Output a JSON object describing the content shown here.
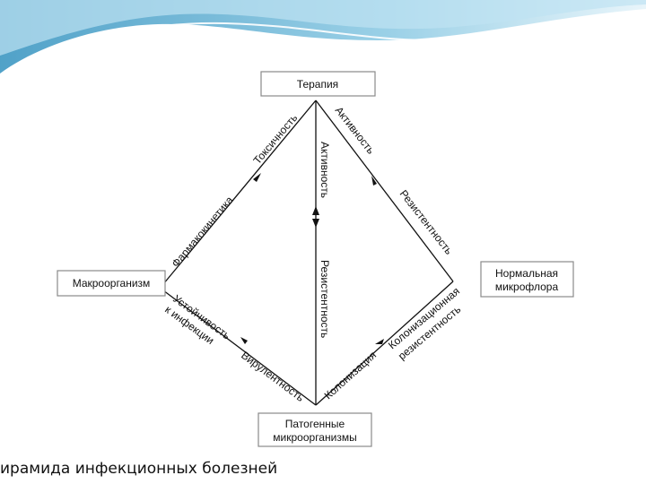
{
  "nodes": {
    "therapy": "Терапия",
    "macroorganism": "Макроорганизм",
    "normal_flora_line1": "Нормальная",
    "normal_flora_line2": "микрофлора",
    "pathogens_line1": "Патогенные",
    "pathogens_line2": "микроорганизмы"
  },
  "edge_labels": {
    "toxicity": "Токсичность",
    "pharmacokinetics": "Фармакокинетика",
    "activity_right": "Активность",
    "resistance_right": "Резистентность",
    "activity_vertical": "Активность",
    "resistance_vertical": "Резистентность",
    "infection_resistance_line1": "Устойчивость",
    "infection_resistance_line2": "к инфекции",
    "virulence": "Вирулентность",
    "colonization": "Колонизация",
    "colonization_resistance_line1": "Колонизационная",
    "colonization_resistance_line2": "резистентность"
  },
  "footer": {
    "title": "ирамида инфекционных болезней"
  },
  "colors": {
    "wave_dark": "#4fa3c9",
    "wave_light": "#bfe3f2",
    "line": "#111111",
    "box_border": "#8a8a8a"
  }
}
